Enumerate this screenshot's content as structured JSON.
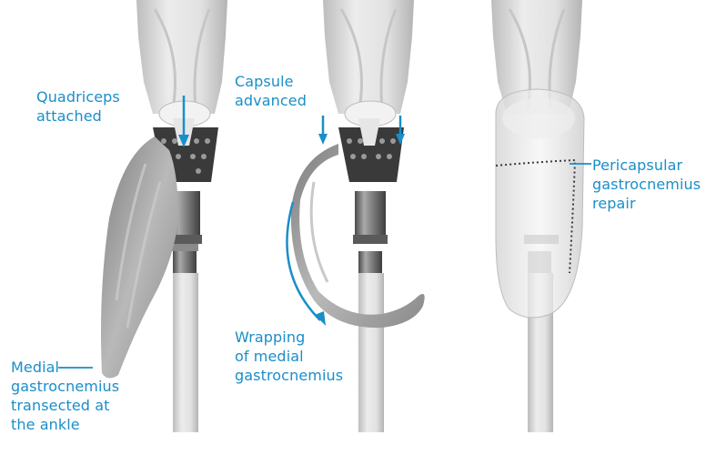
{
  "labels": {
    "quadriceps": "Quadriceps\nattached",
    "capsule": "Capsule\nadvanced",
    "pericapsular": "Pericapsular\ngastrocnemius\nrepair",
    "wrapping": "Wrapping\nof medial\ngastrocnemius",
    "medial": "Medial\ngastrocnemius\ntransected at\nthe ankle"
  },
  "colors": {
    "label_blue": "#1a8ec9",
    "bone": "#d9d9d9",
    "muscle": "#9a9a9a",
    "metal": "#6a6a6a"
  }
}
